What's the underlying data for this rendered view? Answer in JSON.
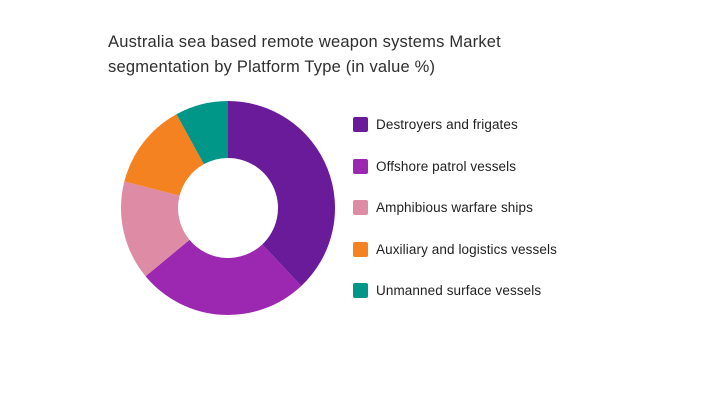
{
  "page": {
    "background": "#ffffff"
  },
  "chart": {
    "title": "Australia sea based remote weapon systems Market segmentation by Platform Type (in value %)",
    "title_lines": [
      "Australia sea based remote weapon systems Market",
      "segmentation by Platform Type (in value %)"
    ],
    "title_color": "#2e2e2e"
  },
  "chart_data": {
    "type": "pie",
    "subtype": "donut",
    "title": "Australia sea based remote weapon systems Market segmentation by Platform Type (in value %)",
    "unit": "value %",
    "legend_position": "right",
    "start_angle_deg": 0,
    "direction": "clockwise",
    "inner_radius_ratio": 0.47,
    "values_labeled_on_chart": false,
    "slices": [
      {
        "label": "Destroyers and frigates",
        "value": 38,
        "color": "#6A1B9A"
      },
      {
        "label": "Offshore patrol vessels",
        "value": 26,
        "color": "#9C27B0"
      },
      {
        "label": "Amphibious warfare ships",
        "value": 15,
        "color": "#DE8CA6"
      },
      {
        "label": "Auxiliary and logistics vessels",
        "value": 13,
        "color": "#F58220"
      },
      {
        "label": "Unmanned surface vessels",
        "value": 8,
        "color": "#009688"
      }
    ]
  }
}
